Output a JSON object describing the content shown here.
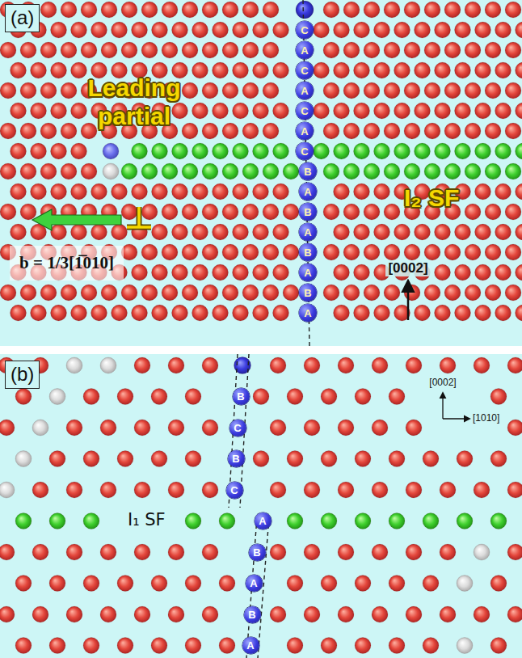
{
  "diagram": {
    "nodes": [
      {
        "text": [
          "C"
        ]
      },
      {
        "text": [
          "A"
        ]
      },
      {
        "text": [
          "C"
        ]
      },
      {
        "text": [
          "A"
        ]
      },
      {
        "text": [
          "C"
        ]
      },
      {
        "text": [
          "A"
        ]
      },
      {
        "text": [
          "C"
        ]
      },
      {
        "text": [
          "B"
        ]
      },
      {
        "text": [
          "A"
        ]
      },
      {
        "text": [
          "B"
        ]
      },
      {
        "text": [
          "A"
        ]
      },
      {
        "text": [
          "B"
        ]
      },
      {
        "text": [
          "A"
        ]
      },
      {
        "text": [
          "B"
        ]
      },
      {
        "text": [
          "A"
        ]
      },
      {
        "text": [
          "B"
        ]
      },
      {
        "text": [
          "C"
        ]
      },
      {
        "text": [
          "B"
        ]
      },
      {
        "text": [
          "C"
        ]
      },
      {
        "text": [
          "A"
        ]
      },
      {
        "text": [
          "B"
        ]
      },
      {
        "text": [
          "A"
        ]
      },
      {
        "text": [
          "B"
        ]
      },
      {
        "text": [
          "A"
        ]
      }
    ],
    "labels": [
      "(a)",
      "Leading partial",
      "I₂ SF",
      "b = 1/3[1̅010]",
      "[0002]",
      "(b)",
      "I₁ SF",
      "[0002]",
      "[1010]"
    ]
  }
}
